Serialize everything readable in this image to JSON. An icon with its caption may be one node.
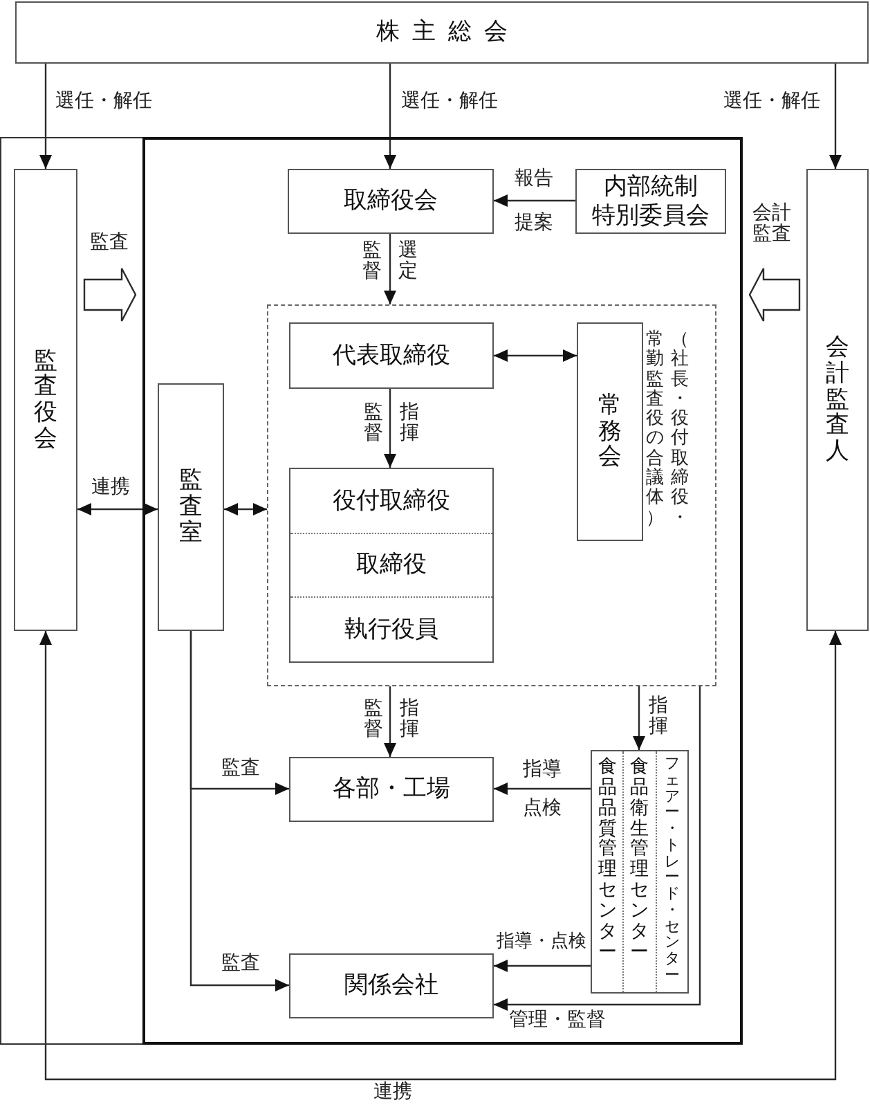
{
  "diagram": {
    "nodes": [
      {
        "text": [
          "株主総会"
        ]
      },
      {
        "text": [],
        "shape": "box"
      },
      {
        "text": [
          "監査役会"
        ],
        "in": 1
      },
      {
        "text": [],
        "shape": "box",
        "in": 1
      },
      {
        "text": [
          "取締役会"
        ],
        "in": 3
      },
      {
        "text": [
          "内部統制特別委員会"
        ],
        "in": 3
      },
      {
        "text": [
          "監査室"
        ],
        "in": 3
      },
      {
        "text": [],
        "shape": "box",
        "in": 3
      },
      {
        "text": [
          "代表取締役"
        ],
        "in": 7
      },
      {
        "text": [
          "常務会"
        ],
        "in": 7,
        "beside": [
          "（社長・役付取締役・常勤監査役の合議体）"
        ]
      },
      {
        "text": [
          "役付取締役",
          "取締役",
          "執行役員"
        ],
        "in": 7
      },
      {
        "text": [
          "各部・工場"
        ],
        "in": 3
      },
      {
        "text": [
          "食品品質管理センター",
          "食品衛生管理センター",
          "フェアー・トレード・センター"
        ],
        "in": 3
      },
      {
        "text": [
          "関係会社"
        ],
        "in": 3
      },
      {
        "text": [
          "会計監査人"
        ]
      }
    ],
    "edges": [
      {
        "from": 0,
        "to": 2,
        "arrow": "to",
        "label": "選任・解任"
      },
      {
        "from": 0,
        "to": 4,
        "arrow": "to",
        "label": "選任・解任"
      },
      {
        "from": 0,
        "to": 14,
        "arrow": "to",
        "label": "選任・解任"
      },
      {
        "from": 5,
        "to": 4,
        "arrow": "to",
        "label": "報告"
      },
      {
        "from": 4,
        "to": 7,
        "arrow": "to",
        "label": "監督"
      },
      {
        "from": 2,
        "to": 3,
        "arrow": "to",
        "label": "監査",
        "style": "thick"
      },
      {
        "from": 14,
        "to": 3,
        "arrow": "to",
        "label": "会計監査",
        "style": "thick"
      },
      {
        "from": 2,
        "to": 6,
        "arrow": "both",
        "label": "連携"
      },
      {
        "from": 6,
        "to": 7,
        "arrow": "both"
      },
      {
        "from": 8,
        "to": 9,
        "arrow": "both"
      },
      {
        "from": 8,
        "to": 10,
        "arrow": "to",
        "label": "監督"
      },
      {
        "from": 7,
        "to": 11,
        "arrow": "to",
        "label": "監督"
      },
      {
        "from": 6,
        "to": 11,
        "arrow": "to",
        "label": "監査"
      },
      {
        "from": 6,
        "to": 13,
        "arrow": "to",
        "label": "監査"
      },
      {
        "from": 7,
        "to": 12,
        "arrow": "to",
        "label": "指揮"
      },
      {
        "from": 12,
        "to": 11,
        "arrow": "to",
        "label": "指導"
      },
      {
        "from": 12,
        "to": 13,
        "arrow": "to",
        "label": "指導・点検"
      },
      {
        "from": 7,
        "to": 13,
        "arrow": "to",
        "label": "管理・監督"
      },
      {
        "from": 2,
        "to": 14,
        "arrow": "both",
        "label": "連携"
      }
    ],
    "labels": [
      "提案",
      "選定",
      "指揮",
      "指揮",
      "点検"
    ]
  }
}
